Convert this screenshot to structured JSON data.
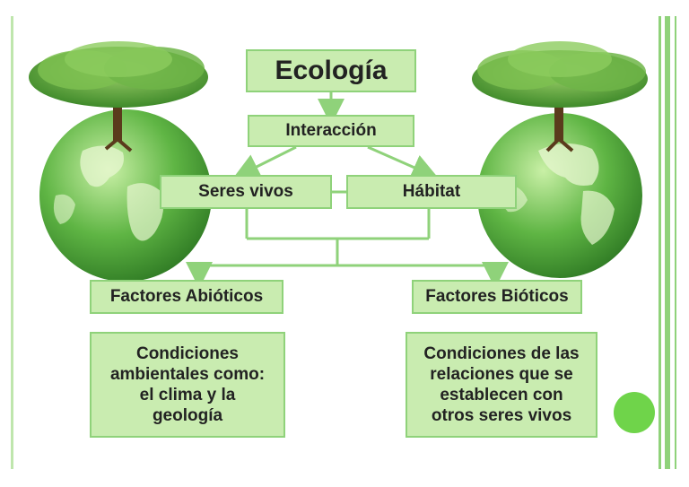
{
  "diagram": {
    "root": "Ecología",
    "interaction": "Interacción",
    "beings": "Seres vivos",
    "habitat": "Hábitat",
    "abiotic": "Factores Abióticos",
    "biotic": "Factores Bióticos",
    "abiotic_desc": [
      "Condiciones",
      "ambientales como:",
      "el clima y la",
      "geología"
    ],
    "biotic_desc": [
      "Condiciones de las",
      "relaciones que se",
      "establecen con",
      "otros seres vivos"
    ]
  },
  "colors": {
    "box_fill": "#c9ecb0",
    "box_border": "#8fd27a",
    "connector": "#8fd27a",
    "globe_green": "#4fa33a",
    "tree_green": "#5ea83c",
    "accent_dot": "#6fd44a"
  },
  "icons": {
    "left_decoration": "tree-on-globe-icon",
    "right_decoration": "tree-on-globe-icon",
    "slide_marker": "green-dot-icon"
  }
}
